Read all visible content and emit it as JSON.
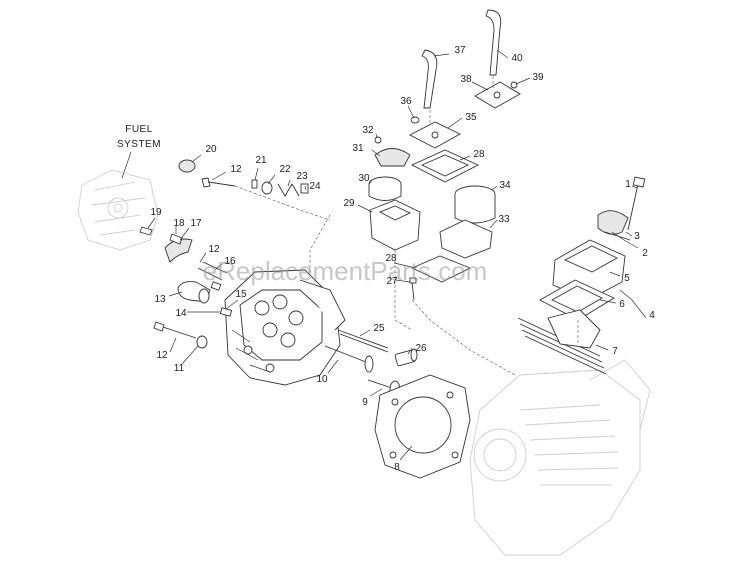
{
  "diagram": {
    "section_label": [
      "FUEL",
      "SYSTEM"
    ],
    "watermark": "eReplacementParts.com",
    "callouts": [
      {
        "id": "c1",
        "text": "1"
      },
      {
        "id": "c2",
        "text": "2"
      },
      {
        "id": "c3",
        "text": "3"
      },
      {
        "id": "c4",
        "text": "4"
      },
      {
        "id": "c5",
        "text": "5"
      },
      {
        "id": "c6",
        "text": "6"
      },
      {
        "id": "c7",
        "text": "7"
      },
      {
        "id": "c8",
        "text": "8"
      },
      {
        "id": "c9",
        "text": "9"
      },
      {
        "id": "c10",
        "text": "10"
      },
      {
        "id": "c11",
        "text": "11"
      },
      {
        "id": "c12a",
        "text": "12"
      },
      {
        "id": "c12b",
        "text": "12"
      },
      {
        "id": "c12c",
        "text": "12"
      },
      {
        "id": "c13",
        "text": "13"
      },
      {
        "id": "c14",
        "text": "14"
      },
      {
        "id": "c15",
        "text": "15"
      },
      {
        "id": "c16",
        "text": "16"
      },
      {
        "id": "c17",
        "text": "17"
      },
      {
        "id": "c18",
        "text": "18"
      },
      {
        "id": "c19",
        "text": "19"
      },
      {
        "id": "c20",
        "text": "20"
      },
      {
        "id": "c21",
        "text": "21"
      },
      {
        "id": "c22",
        "text": "22"
      },
      {
        "id": "c23",
        "text": "23"
      },
      {
        "id": "c24",
        "text": "24"
      },
      {
        "id": "c25",
        "text": "25"
      },
      {
        "id": "c26",
        "text": "26"
      },
      {
        "id": "c27",
        "text": "27"
      },
      {
        "id": "c28a",
        "text": "28"
      },
      {
        "id": "c28b",
        "text": "28"
      },
      {
        "id": "c29",
        "text": "29"
      },
      {
        "id": "c30",
        "text": "30"
      },
      {
        "id": "c31",
        "text": "31"
      },
      {
        "id": "c32",
        "text": "32"
      },
      {
        "id": "c33",
        "text": "33"
      },
      {
        "id": "c34",
        "text": "34"
      },
      {
        "id": "c35",
        "text": "35"
      },
      {
        "id": "c36",
        "text": "36"
      },
      {
        "id": "c37",
        "text": "37"
      },
      {
        "id": "c38",
        "text": "38"
      },
      {
        "id": "c39",
        "text": "39"
      },
      {
        "id": "c40",
        "text": "40"
      }
    ]
  }
}
